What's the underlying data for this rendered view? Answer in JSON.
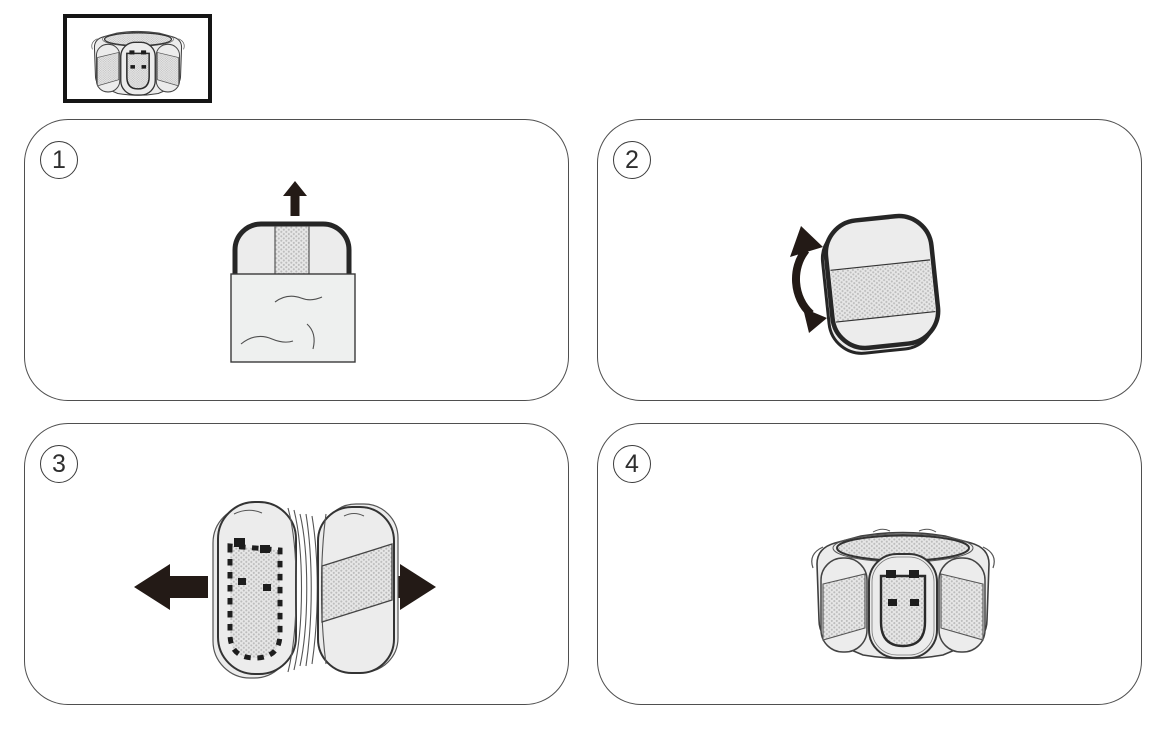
{
  "document": {
    "kind": "pet-playpen-assembly-instructions",
    "visible_text_items": [
      "1",
      "2",
      "3",
      "4"
    ]
  },
  "product_thumbnail": {
    "icon": "assembled-playpen-icon"
  },
  "steps": [
    {
      "number": "1",
      "illustration": "playpen-pulled-out-of-storage-bag",
      "icons": [
        "up-arrow-icon"
      ]
    },
    {
      "number": "2",
      "illustration": "folded-playpen-disc-unfolding",
      "icons": [
        "rotate-up-arrow-icon"
      ]
    },
    {
      "number": "3",
      "illustration": "playpen-halves-pulled-apart",
      "icons": [
        "left-arrow-icon",
        "right-arrow-icon"
      ]
    },
    {
      "number": "4",
      "illustration": "assembled-playpen",
      "icons": []
    }
  ],
  "colors": {
    "background": "#ffffff",
    "panel_outline": "#4f4f4f",
    "thumbnail_border": "#151515",
    "arrow_ink": "#231a16",
    "drawing_ink": "#262626",
    "fabric_fill": "#ececec",
    "mesh_fill": "#dcdcdc",
    "mesh_dot": "#b0b0b0"
  }
}
